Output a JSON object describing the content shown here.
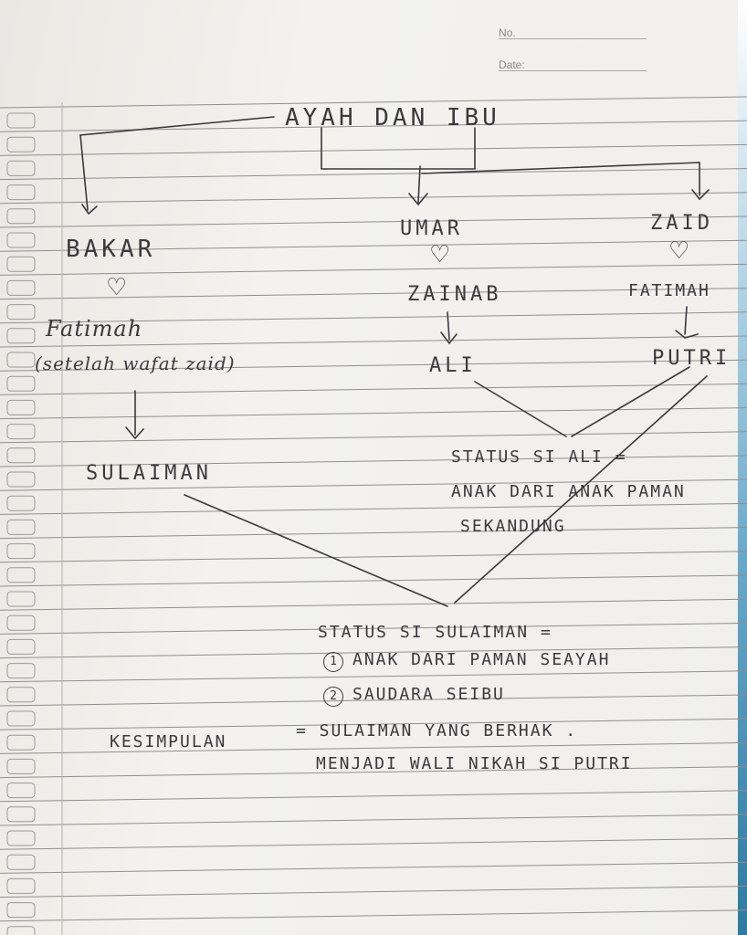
{
  "header": {
    "no_label": "No.",
    "date_label": "Date:"
  },
  "family": {
    "parents": "AYAH DAN IBU",
    "bakar": "BAKAR",
    "fatimah_left": "Fatimah",
    "fatimah_note": "(setelah wafat zaid)",
    "umar": "UMAR",
    "zainab": "ZAINAB",
    "zaid": "ZAID",
    "fatimah_right": "FATIMAH",
    "ali": "ALI",
    "putri": "PUTRI",
    "sulaiman": "SULAIMAN"
  },
  "status_ali": {
    "line1": "STATUS SI ALI =",
    "line2": "ANAK DARI ANAK PAMAN",
    "line3": "SEKANDUNG"
  },
  "status_sulaiman": {
    "title": "STATUS SI SULAIMAN =",
    "item1_num": "1",
    "item1": "ANAK DARI PAMAN SEAYAH",
    "item2_num": "2",
    "item2": "SAUDARA SEIBU"
  },
  "conclusion": {
    "label": "KESIMPULAN",
    "line1": "= SULAIMAN YANG BERHAK .",
    "line2": "MENJADI WALI NIKAH SI PUTRI"
  },
  "colors": {
    "ink": "#3a3a3e",
    "paper": "#f0efeb",
    "rule": "#8f8f8f",
    "edge": "#2e7aa0"
  },
  "icons": {
    "heart": "heart-icon",
    "arrow": "arrow-down-icon"
  }
}
